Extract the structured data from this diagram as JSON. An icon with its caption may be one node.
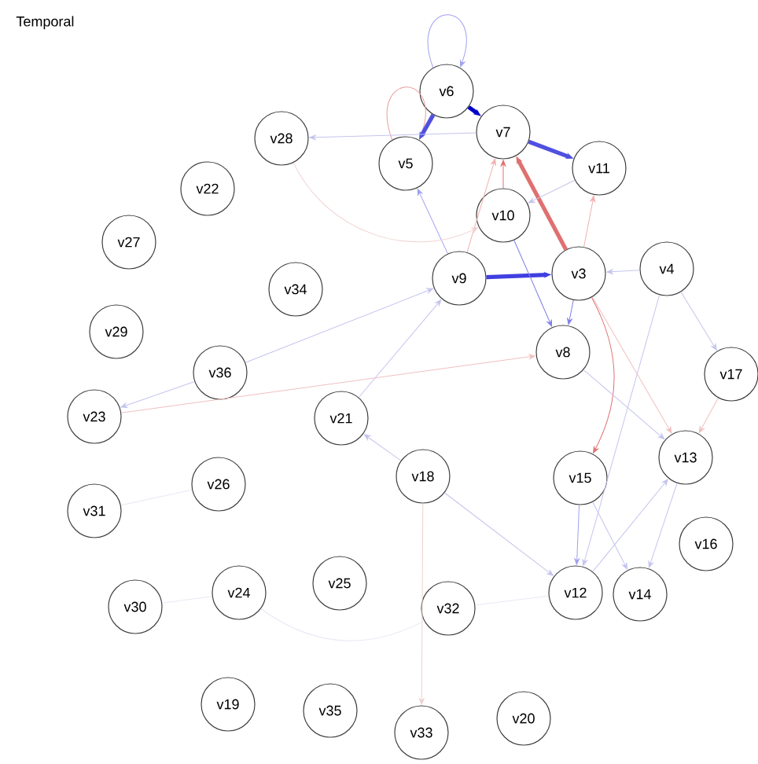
{
  "diagram": {
    "title": "Temporal",
    "nodes": [
      {
        "text": [
          "v6"
        ]
      },
      {
        "text": [
          "v7"
        ]
      },
      {
        "text": [
          "v28"
        ]
      },
      {
        "text": [
          "v5"
        ]
      },
      {
        "text": [
          "v11"
        ]
      },
      {
        "text": [
          "v22"
        ]
      },
      {
        "text": [
          "v10"
        ]
      },
      {
        "text": [
          "v27"
        ]
      },
      {
        "text": [
          "v4"
        ]
      },
      {
        "text": [
          "v3"
        ]
      },
      {
        "text": [
          "v9"
        ]
      },
      {
        "text": [
          "v34"
        ]
      },
      {
        "text": [
          "v29"
        ]
      },
      {
        "text": [
          "v8"
        ]
      },
      {
        "text": [
          "v36"
        ]
      },
      {
        "text": [
          "v17"
        ]
      },
      {
        "text": [
          "v23"
        ]
      },
      {
        "text": [
          "v21"
        ]
      },
      {
        "text": [
          "v13"
        ]
      },
      {
        "text": [
          "v18"
        ]
      },
      {
        "text": [
          "v15"
        ]
      },
      {
        "text": [
          "v26"
        ]
      },
      {
        "text": [
          "v31"
        ]
      },
      {
        "text": [
          "v16"
        ]
      },
      {
        "text": [
          "v25"
        ]
      },
      {
        "text": [
          "v24"
        ]
      },
      {
        "text": [
          "v12"
        ]
      },
      {
        "text": [
          "v14"
        ]
      },
      {
        "text": [
          "v30"
        ]
      },
      {
        "text": [
          "v32"
        ]
      },
      {
        "text": [
          "v19"
        ]
      },
      {
        "text": [
          "v35"
        ]
      },
      {
        "text": [
          "v20"
        ]
      },
      {
        "text": [
          "v33"
        ]
      }
    ],
    "edges": [
      {
        "from": 0,
        "to": 0,
        "arrow": "to",
        "color": "#a0a0f0"
      },
      {
        "from": 3,
        "to": 3,
        "arrow": "to",
        "color": "#e8a0a0"
      },
      {
        "from": 0,
        "to": 1,
        "arrow": "to",
        "style": "thick",
        "color": "#0000c8"
      },
      {
        "from": 0,
        "to": 3,
        "arrow": "to",
        "style": "thick",
        "color": "#5050e0"
      },
      {
        "from": 1,
        "to": 2,
        "arrow": "to"
      },
      {
        "from": 1,
        "to": 4,
        "arrow": "to",
        "style": "thick",
        "color": "#5050e0"
      },
      {
        "from": 6,
        "to": 1,
        "arrow": "to",
        "color": "#e07070"
      },
      {
        "from": 10,
        "to": 1,
        "arrow": "to",
        "color": "#f0b0b0"
      },
      {
        "from": 9,
        "to": 1,
        "arrow": "to",
        "style": "thick",
        "color": "#e07070"
      },
      {
        "from": 10,
        "to": 3,
        "arrow": "to",
        "color": "#a0a0f0"
      },
      {
        "from": 10,
        "to": 9,
        "arrow": "to",
        "style": "thick",
        "color": "#4040e0"
      },
      {
        "from": 9,
        "to": 4,
        "arrow": "to",
        "color": "#f0b0b0"
      },
      {
        "from": 4,
        "to": 6,
        "arrow": "to"
      },
      {
        "from": 8,
        "to": 9,
        "arrow": "to"
      },
      {
        "from": 9,
        "to": 13,
        "arrow": "to",
        "color": "#8080e8"
      },
      {
        "from": 6,
        "to": 13,
        "arrow": "to",
        "color": "#8080e8"
      },
      {
        "from": 9,
        "to": 20,
        "arrow": "to",
        "color": "#e07070"
      },
      {
        "from": 9,
        "to": 18,
        "arrow": "to",
        "color": "#f0c0c0"
      },
      {
        "from": 13,
        "to": 18,
        "arrow": "to"
      },
      {
        "from": 8,
        "to": 26,
        "arrow": "to"
      },
      {
        "from": 8,
        "to": 15,
        "arrow": "to"
      },
      {
        "from": 15,
        "to": 18,
        "arrow": "to",
        "color": "#f0c0c0"
      },
      {
        "from": 16,
        "to": 13,
        "arrow": "to",
        "color": "#f0c0c0"
      },
      {
        "from": 14,
        "to": 16,
        "arrow": "to"
      },
      {
        "from": 14,
        "to": 10,
        "arrow": "to"
      },
      {
        "from": 17,
        "to": 10,
        "arrow": "to"
      },
      {
        "from": 19,
        "to": 17,
        "arrow": "to"
      },
      {
        "from": 19,
        "to": 26,
        "arrow": "to"
      },
      {
        "from": 19,
        "to": 33,
        "arrow": "to",
        "color": "#f0d0d0"
      },
      {
        "from": 20,
        "to": 26,
        "arrow": "to",
        "color": "#a0a0f0"
      },
      {
        "from": 20,
        "to": 27,
        "arrow": "to"
      },
      {
        "from": 18,
        "to": 27,
        "arrow": "to"
      },
      {
        "from": 26,
        "to": 18,
        "arrow": "to"
      },
      {
        "from": 2,
        "to": 6,
        "arrow": "to",
        "color": "#f0d0d0"
      },
      {
        "from": 25,
        "to": 29,
        "arrow": "none",
        "color": "#e8e8f4"
      },
      {
        "from": 28,
        "to": 25,
        "arrow": "none",
        "color": "#e8e8f4"
      },
      {
        "from": 22,
        "to": 21,
        "arrow": "none",
        "color": "#e8e8f4"
      },
      {
        "from": 29,
        "to": 26,
        "arrow": "none",
        "color": "#e8e8f4"
      }
    ]
  }
}
